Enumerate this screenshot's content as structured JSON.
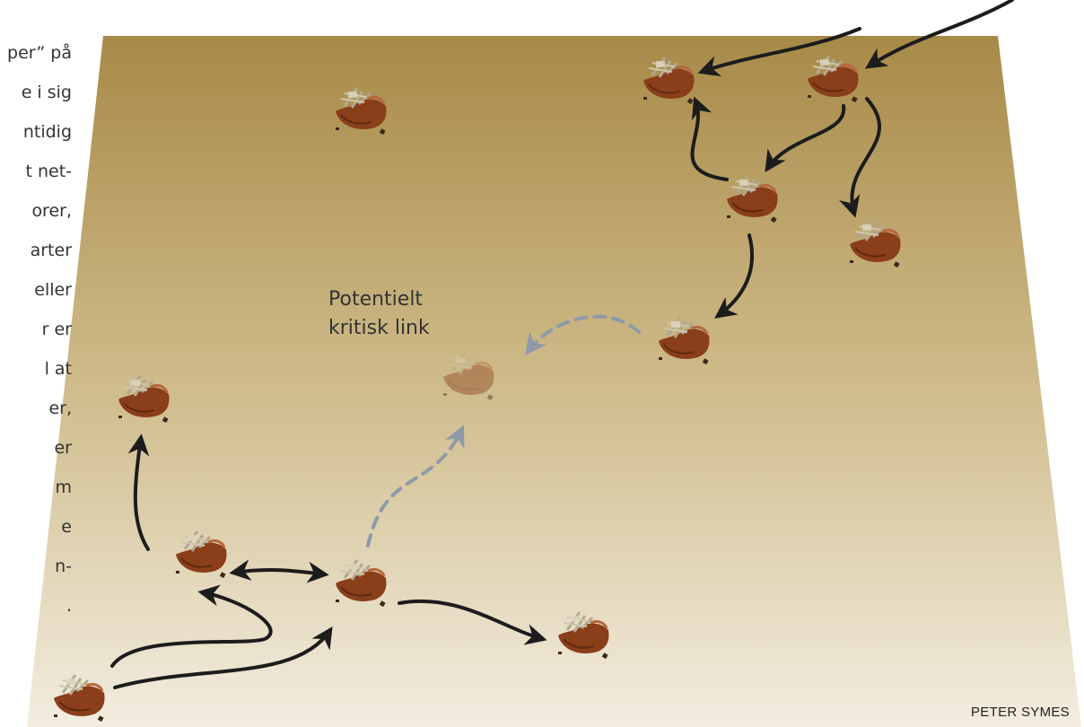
{
  "side_text_fragments": [
    "per” på",
    "e i sig",
    "ntidig",
    "t net-",
    "orer,",
    "arter",
    "eller",
    "r er",
    "l at",
    "er,",
    "er",
    "m",
    "e",
    "n-",
    "."
  ],
  "annotation": {
    "line1": "Potentielt",
    "line2": "kritisk link"
  },
  "credit": "PETER SYMES",
  "icons": {
    "patch": "shipwreck-icon"
  },
  "colors": {
    "map_top": "#a88a48",
    "map_bottom": "#f3ede0",
    "arrow": "#1c1c1c",
    "critical_link": "#8f9aa8",
    "ship_hull": "#8a3e1a"
  }
}
